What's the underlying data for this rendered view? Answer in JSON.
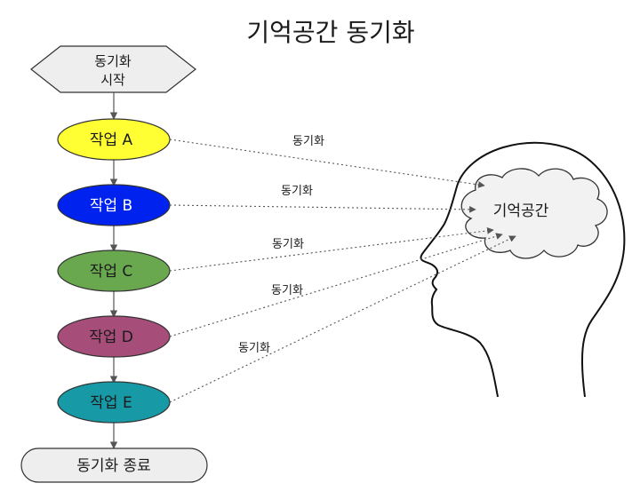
{
  "title": "기억공간 동기화",
  "start": {
    "line1": "동기화",
    "line2": "시작"
  },
  "tasks": [
    {
      "label": "작업 A",
      "fill": "#ffff33"
    },
    {
      "label": "작업 B",
      "fill": "#0022ee"
    },
    {
      "label": "작업 C",
      "fill": "#6aa84f"
    },
    {
      "label": "작업 D",
      "fill": "#a64d79"
    },
    {
      "label": "작업 E",
      "fill": "#1799a6"
    }
  ],
  "end": {
    "label": "동기화 종료"
  },
  "memory": {
    "label": "기억공간"
  },
  "sync_labels": [
    "동기화",
    "동기화",
    "동기화",
    "동기화",
    "동기화"
  ],
  "colors": {
    "stroke": "#333333",
    "box_fill": "#eeeeee",
    "cloud_fill": "#f2f2f2"
  }
}
